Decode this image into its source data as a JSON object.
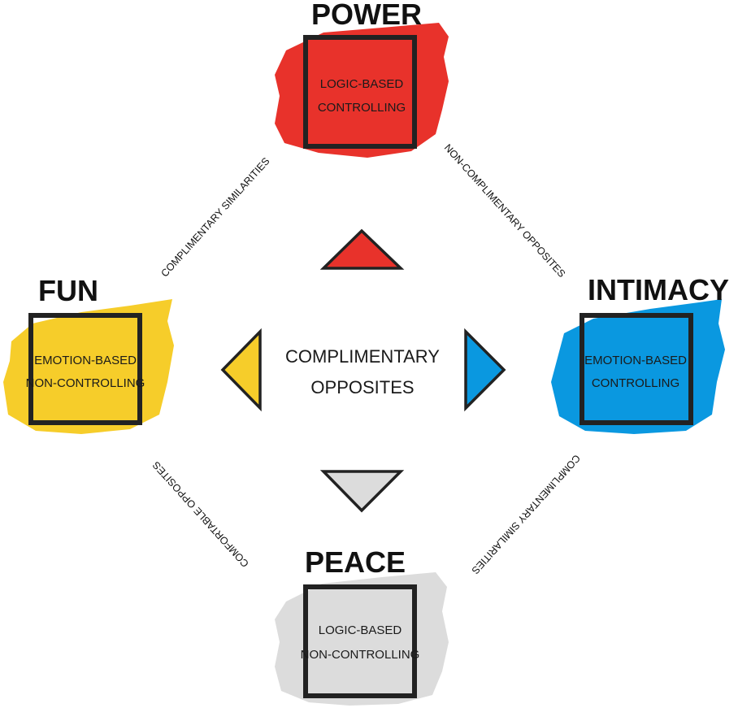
{
  "colors": {
    "power": "#e8322b",
    "fun": "#f6cd2a",
    "intimacy": "#0a98e0",
    "peace": "#dcdcdc",
    "frame": "#222222"
  },
  "nodes": {
    "power": {
      "title": "POWER",
      "line1": "LOGIC-BASED",
      "line2": "CONTROLLING"
    },
    "fun": {
      "title": "FUN",
      "line1": "EMOTION-BASED",
      "line2": "NON-CONTROLLING"
    },
    "intimacy": {
      "title": "INTIMACY",
      "line1": "EMOTION-BASED",
      "line2": "CONTROLLING"
    },
    "peace": {
      "title": "PEACE",
      "line1": "LOGIC-BASED",
      "line2": "NON-CONTROLLING"
    }
  },
  "edges": {
    "fun_power": "COMPLIMENTARY SIMILARITIES",
    "power_intimacy": "NON-COMPLIMENTARY OPPOSITES",
    "fun_peace": "COMFORTABLE OPPOSITES",
    "intimacy_peace": "COMPLIMENTARY SIMILARITIES"
  },
  "center": {
    "line1": "COMPLIMENTARY",
    "line2": "OPPOSITES"
  }
}
